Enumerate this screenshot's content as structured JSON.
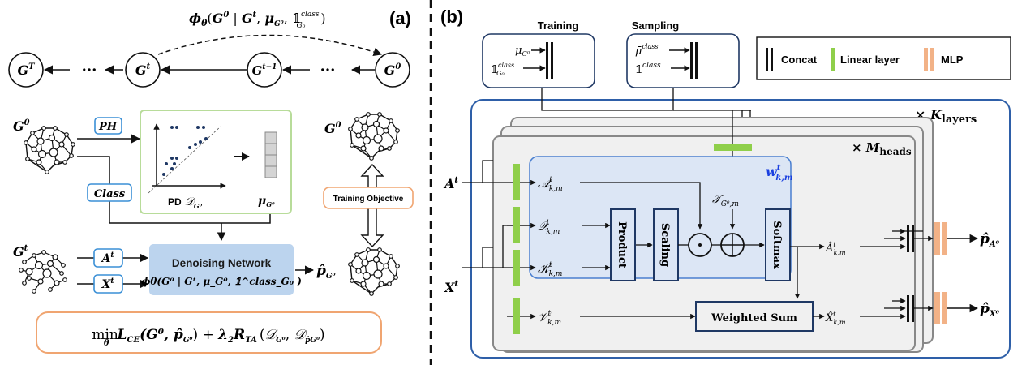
{
  "panel_a": {
    "label": "(a)",
    "chain": {
      "nodes": [
        "G",
        "G",
        "G",
        "G"
      ],
      "node_sups": [
        "T",
        "t",
        "t−1",
        "0"
      ],
      "ellipsis": "···",
      "dashed_label": "ϕθ(G⁰ | Gᵗ, μ_G⁰, 𝟙^class_G₀)",
      "phi": "ϕ",
      "theta": "θ",
      "paren_open": "(",
      "paren_close": " )",
      "G": "G",
      "sup0": "0",
      "supt": "t",
      "bar": " | ",
      "comma": ", ",
      "mu": "μ",
      "one": "𝟙",
      "class": "class",
      "G0sub": "G₀"
    },
    "ph_tag": "PH",
    "class_tag": "Class",
    "input_graph_label": "G",
    "input_graph_sup": "0",
    "pd_box": {
      "pd_label": "PD",
      "D": "𝒟",
      "sub": "G⁰",
      "mu_label": "μ",
      "mu_sub": "G⁰",
      "vector_cells": 4
    },
    "target_graph_label": "G",
    "target_graph_sup": "0",
    "training_objective": "Training Objective",
    "noisy_graph_label": "G",
    "noisy_graph_sup": "t",
    "a_tag": "A",
    "x_tag": "X",
    "tag_sup": "t",
    "denoising": {
      "title": "Denoising Network",
      "formula": "ϕθ(G⁰ | Gᵗ, μ_G⁰, 𝟙^class_G₀ )"
    },
    "output_label": "p̂",
    "output_sub": "G⁰",
    "loss": {
      "min": "min",
      "min_sub": "θ",
      "L": "L",
      "L_sub": "CE",
      "args1": "(G⁰, p̂",
      "args1_sub": "G⁰",
      "args1_close": ")",
      "plus": " + ",
      "lambda": "λ",
      "lambda_sub": "2",
      "R": "R",
      "R_sub": "TA",
      "args2_open": "(",
      "D1": "𝒟",
      "D1_sub": "G⁰",
      "comma": ", ",
      "D2": "𝒟",
      "D2_sub": "p̂G⁰",
      "args2_close": ")"
    }
  },
  "panel_b": {
    "label": "(b)",
    "training": {
      "title": "Training",
      "in1": "μ",
      "in1_sub": "G⁰",
      "in2": "𝟙",
      "in2_sup": "class",
      "in2_sub": "G₀"
    },
    "sampling": {
      "title": "Sampling",
      "in1": "μ̄",
      "in1_sup": "class",
      "in2": "𝟙",
      "in2_sup": "class"
    },
    "legend": [
      {
        "label": "Concat",
        "color": "#111111"
      },
      {
        "label": "Linear layer",
        "color": "#8fcf4a"
      },
      {
        "label": "MLP",
        "color": "#f2b287"
      }
    ],
    "layers_label": "× K",
    "layers_sub": "layers",
    "heads_label": "× M",
    "heads_sub": "heads",
    "weight_label": "w",
    "weight_sup": "t",
    "weight_sub": "k,m",
    "inputs": {
      "A": "A",
      "A_sup": "t",
      "X": "X",
      "X_sup": "t"
    },
    "proj": [
      {
        "sym": "𝒜",
        "sup": "t",
        "sub": "k,m"
      },
      {
        "sym": "𝒬",
        "sup": "t",
        "sub": "k,m"
      },
      {
        "sym": "𝒦",
        "sup": "t",
        "sub": "k,m"
      },
      {
        "sym": "𝒱",
        "sup": "t",
        "sub": "k,m"
      }
    ],
    "topo": {
      "sym": "𝒯",
      "sub": "G⁰,m"
    },
    "blocks": {
      "product": "Product",
      "scaling": "Scaling",
      "softmax": "Softmax",
      "weighted_sum": "Weighted Sum",
      "odot": "⊙",
      "oplus": "⊕"
    },
    "outputs_head": [
      {
        "sym": "Â",
        "sup": "t",
        "sub": "k,m"
      },
      {
        "sym": "X̂",
        "sup": "t",
        "sub": "k,m"
      }
    ],
    "outputs_final": [
      {
        "sym": "p̂",
        "sub": "A⁰"
      },
      {
        "sym": "p̂",
        "sub": "X⁰"
      }
    ]
  },
  "colors": {
    "navy": "#1f3864",
    "blue_border": "#2e5fa8",
    "light_blue_fill": "#dce6f5",
    "attn_border": "#4a7fd0",
    "head_fill": "#f0f0f0",
    "head_border": "#808080",
    "green": "#8fcf4a",
    "orange": "#f2b287",
    "orange_border": "#f0a571",
    "tag_blue": "#3a8fd6",
    "pd_green": "#b8dc9a",
    "denoise_fill": "#bcd4ee",
    "weight_blue": "#1a3fe0"
  }
}
